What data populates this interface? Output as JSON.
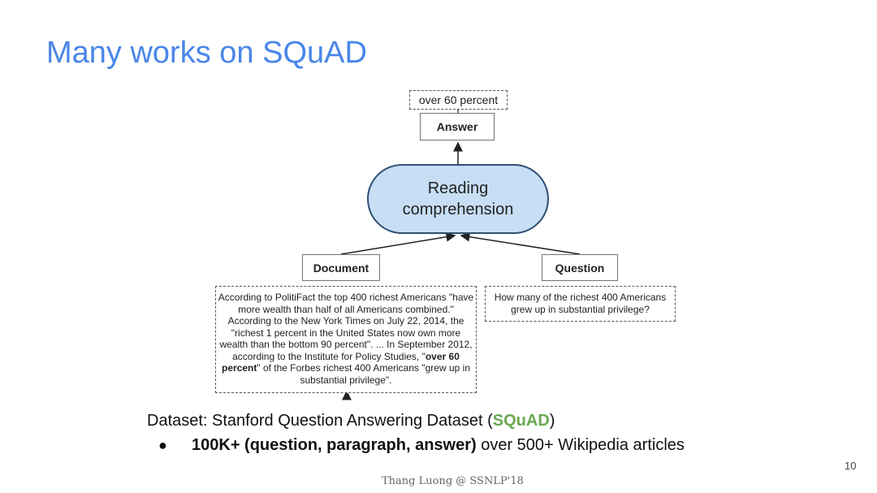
{
  "slide": {
    "title": "Many works on SQuAD",
    "page_number": "10",
    "footer": "Thang Luong @ SSNLP'18"
  },
  "diagram": {
    "answer_value": "over 60 percent",
    "answer_label": "Answer",
    "center_label": "Reading comprehension",
    "document_label": "Document",
    "question_label": "Question",
    "document_text": {
      "before": "According to PolitiFact the top 400 richest Americans \"have more wealth than half of all Americans combined.\" According to the New York Times on July 22, 2014, the \"richest 1 percent in the United States now own more wealth than the bottom 90 percent\". ... In September 2012, according to the Institute for Policy Studies, \"",
      "highlight": "over 60 percent",
      "after": "\" of the Forbes richest 400 Americans \"grew up in substantial privilege\"."
    },
    "question_text": "How many of the richest 400 Americans grew up in substantial privilege?"
  },
  "description": {
    "dataset_prefix": "Dataset: Stanford Question Answering Dataset (",
    "dataset_name": "SQuAD",
    "dataset_suffix": ")",
    "bullet_bold": "100K+ (question, paragraph, answer)",
    "bullet_rest": " over 500+ Wikipedia articles"
  },
  "colors": {
    "title": "#4a86e8",
    "pill_fill": "#c7def5",
    "pill_border": "#2f4f73",
    "highlight_green": "#6aa84f"
  }
}
